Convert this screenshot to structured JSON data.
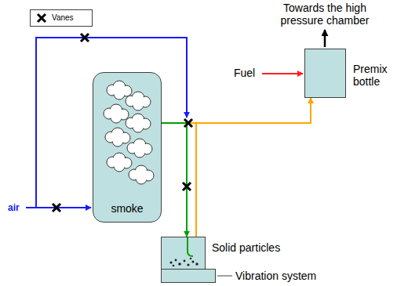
{
  "diagram": {
    "nodes": [
      {
        "text": [
          "Premix bottle"
        ]
      },
      {
        "text": [
          "smoke"
        ]
      },
      {
        "text": [
          "Solid particles"
        ]
      },
      {
        "text": [
          "Vibration system"
        ]
      }
    ],
    "edges": [
      {
        "from": 1,
        "to": 2,
        "arrow": "to"
      },
      {
        "from": 2,
        "to": 0,
        "arrow": "to"
      },
      {
        "from": 1,
        "to": 0,
        "arrow": "to"
      }
    ],
    "labels": [
      "Towards the high pressure chamber",
      "Fuel",
      "air"
    ],
    "legend": [
      {
        "text": "Vanes"
      }
    ]
  }
}
